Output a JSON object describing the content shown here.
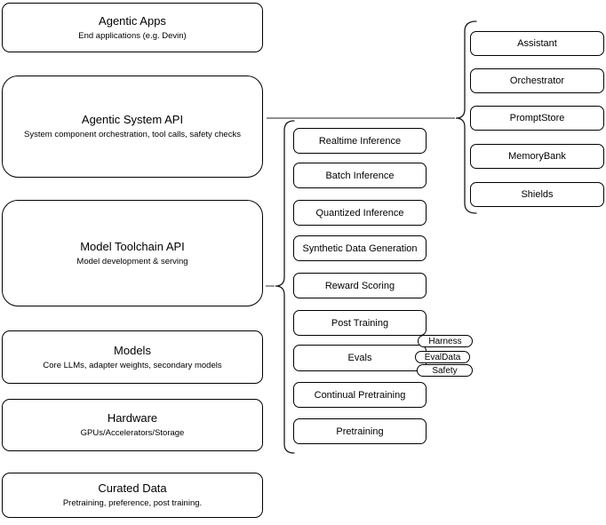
{
  "stack": [
    {
      "title": "Agentic Apps",
      "subtitle": "End applications (e.g. Devin)"
    },
    {
      "title": "Agentic System API",
      "subtitle": "System component orchestration, tool calls, safety checks"
    },
    {
      "title": "Model Toolchain API",
      "subtitle": "Model development & serving"
    },
    {
      "title": "Models",
      "subtitle": "Core LLMs, adapter weights, secondary models"
    },
    {
      "title": "Hardware",
      "subtitle": "GPUs/Accelerators/Storage"
    },
    {
      "title": "Curated Data",
      "subtitle": "Pretraining, preference, post training."
    }
  ],
  "toolchain_services": [
    "Realtime Inference",
    "Batch Inference",
    "Quantized Inference",
    "Synthetic Data Generation",
    "Reward Scoring",
    "Post Training",
    "Evals",
    "Continual Pretraining",
    "Pretraining"
  ],
  "system_components": [
    "Assistant",
    "Orchestrator",
    "PromptStore",
    "MemoryBank",
    "Shields"
  ],
  "eval_suites": [
    "Harness",
    "EvalData",
    "Safety"
  ],
  "colors": {
    "shape_stroke": "#000000",
    "connector": "#6b6b6b",
    "background": "#ffffff"
  }
}
